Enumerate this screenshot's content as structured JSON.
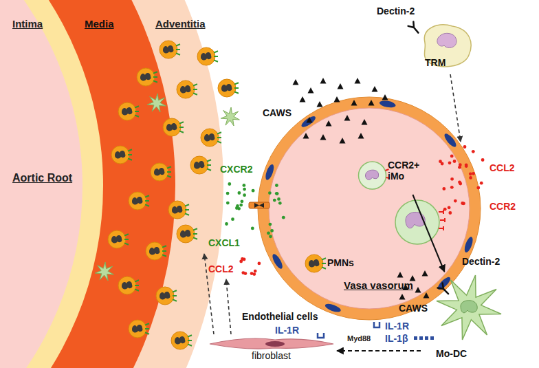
{
  "diagram": {
    "nodes": [
      {
        "text": [
          "TRM"
        ]
      },
      {
        "text": [
          "Vasa vasorum"
        ]
      },
      {
        "text": [
          "CCR2+ iMo"
        ],
        "in": 1
      },
      {
        "text": [
          "Mo-DC"
        ]
      },
      {
        "text": [
          "fibroblast"
        ]
      }
    ],
    "edges": [
      {
        "from": 2,
        "to": 3,
        "arrow": "to"
      },
      {
        "from": 3,
        "to": 4,
        "arrow": "to"
      }
    ],
    "labels": [
      "Intima",
      "Media",
      "Adventitia",
      "Aortic Root",
      "Dectin-2",
      "CAWS",
      "CCL2",
      "CCR2",
      "CXCR2",
      "CXCL1",
      "CCL2",
      "PMNs",
      "CAWS",
      "Dectin-2",
      "Endothelial cells",
      "Myd88",
      "IL-1R",
      "IL-1β",
      "IL-1R"
    ]
  }
}
